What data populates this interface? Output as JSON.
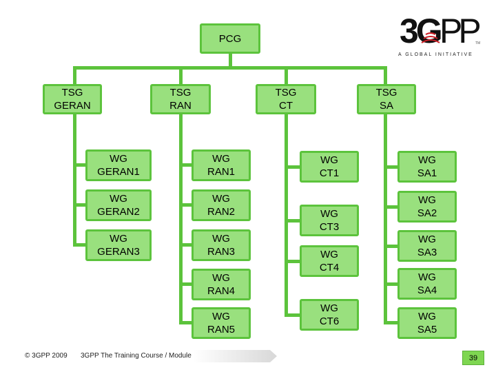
{
  "root": "PCG",
  "tsgs": [
    {
      "id": "geran",
      "label": "TSG\nGERAN",
      "wgs": [
        "WG\nGERAN1",
        "WG\nGERAN2",
        "WG\nGERAN3"
      ]
    },
    {
      "id": "ran",
      "label": "TSG\nRAN",
      "wgs": [
        "WG\nRAN1",
        "WG\nRAN2",
        "WG\nRAN3",
        "WG\nRAN4",
        "WG\nRAN5"
      ]
    },
    {
      "id": "ct",
      "label": "TSG\nCT",
      "wgs": [
        "WG\nCT1",
        "WG\nCT3",
        "WG\nCT4",
        "WG\nCT6"
      ]
    },
    {
      "id": "sa",
      "label": "TSG\nSA",
      "wgs": [
        "WG\nSA1",
        "WG\nSA2",
        "WG\nSA3",
        "WG\nSA4",
        "WG\nSA5"
      ]
    }
  ],
  "logo": {
    "tagline": "A GLOBAL INITIATIVE",
    "tm": "TM"
  },
  "footer": {
    "copyright": "© 3GPP 2009",
    "course": "3GPP The Training Course / Module 1",
    "page": "39"
  },
  "colors": {
    "box_fill": "#99e07e",
    "box_border": "#5cc33c",
    "logo_red": "#cc1f26"
  }
}
